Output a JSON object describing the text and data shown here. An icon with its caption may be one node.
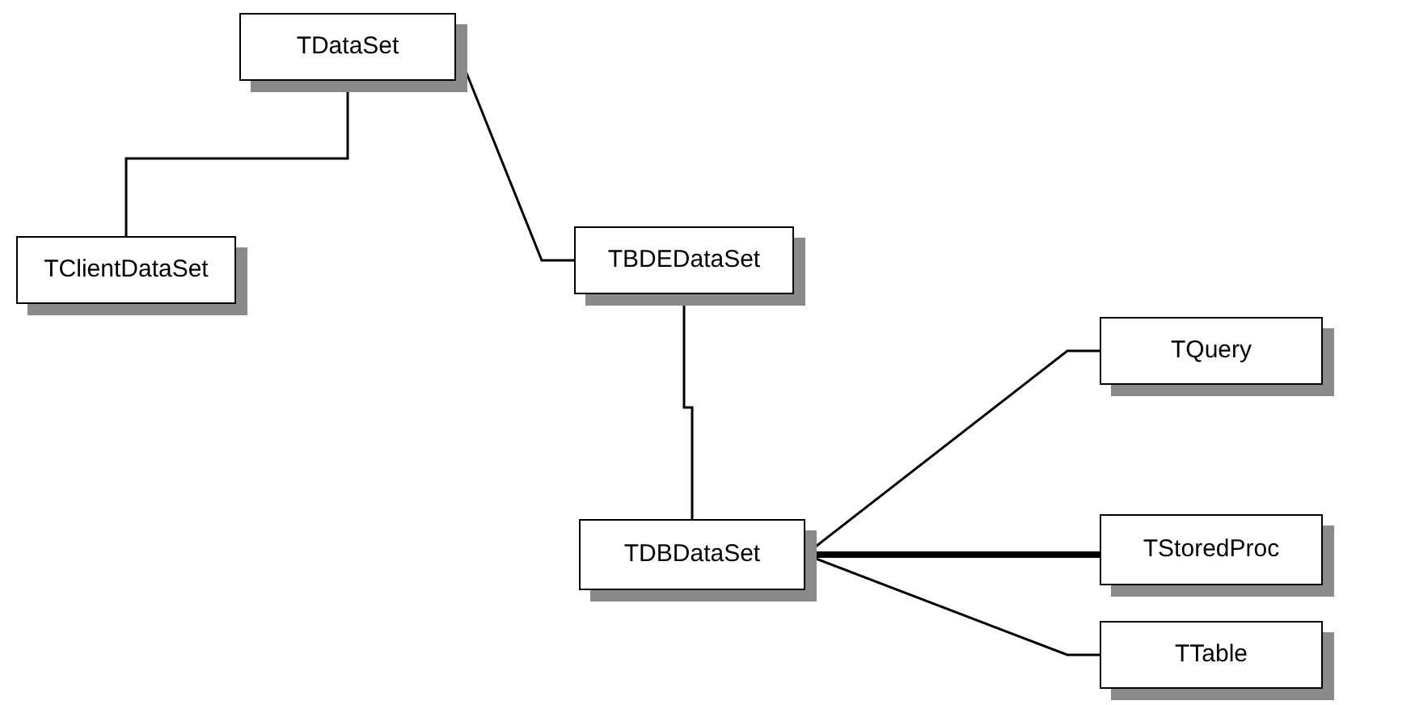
{
  "diagram": {
    "nodes": [
      {
        "text": [
          "TDataSet"
        ]
      },
      {
        "text": [
          "TClientDataSet"
        ]
      },
      {
        "text": [
          "TBDEDataSet"
        ]
      },
      {
        "text": [
          "TDBDataSet"
        ]
      },
      {
        "text": [
          "TQuery"
        ]
      },
      {
        "text": [
          "TStoredProc"
        ]
      },
      {
        "text": [
          "TTable"
        ]
      }
    ],
    "edges": [
      {
        "from": 0,
        "to": 1,
        "arrow": "none"
      },
      {
        "from": 0,
        "to": 2,
        "arrow": "none"
      },
      {
        "from": 2,
        "to": 3,
        "arrow": "none"
      },
      {
        "from": 3,
        "to": 4,
        "arrow": "none"
      },
      {
        "from": 3,
        "to": 5,
        "arrow": "none",
        "style": "thick"
      },
      {
        "from": 3,
        "to": 6,
        "arrow": "none"
      }
    ]
  }
}
